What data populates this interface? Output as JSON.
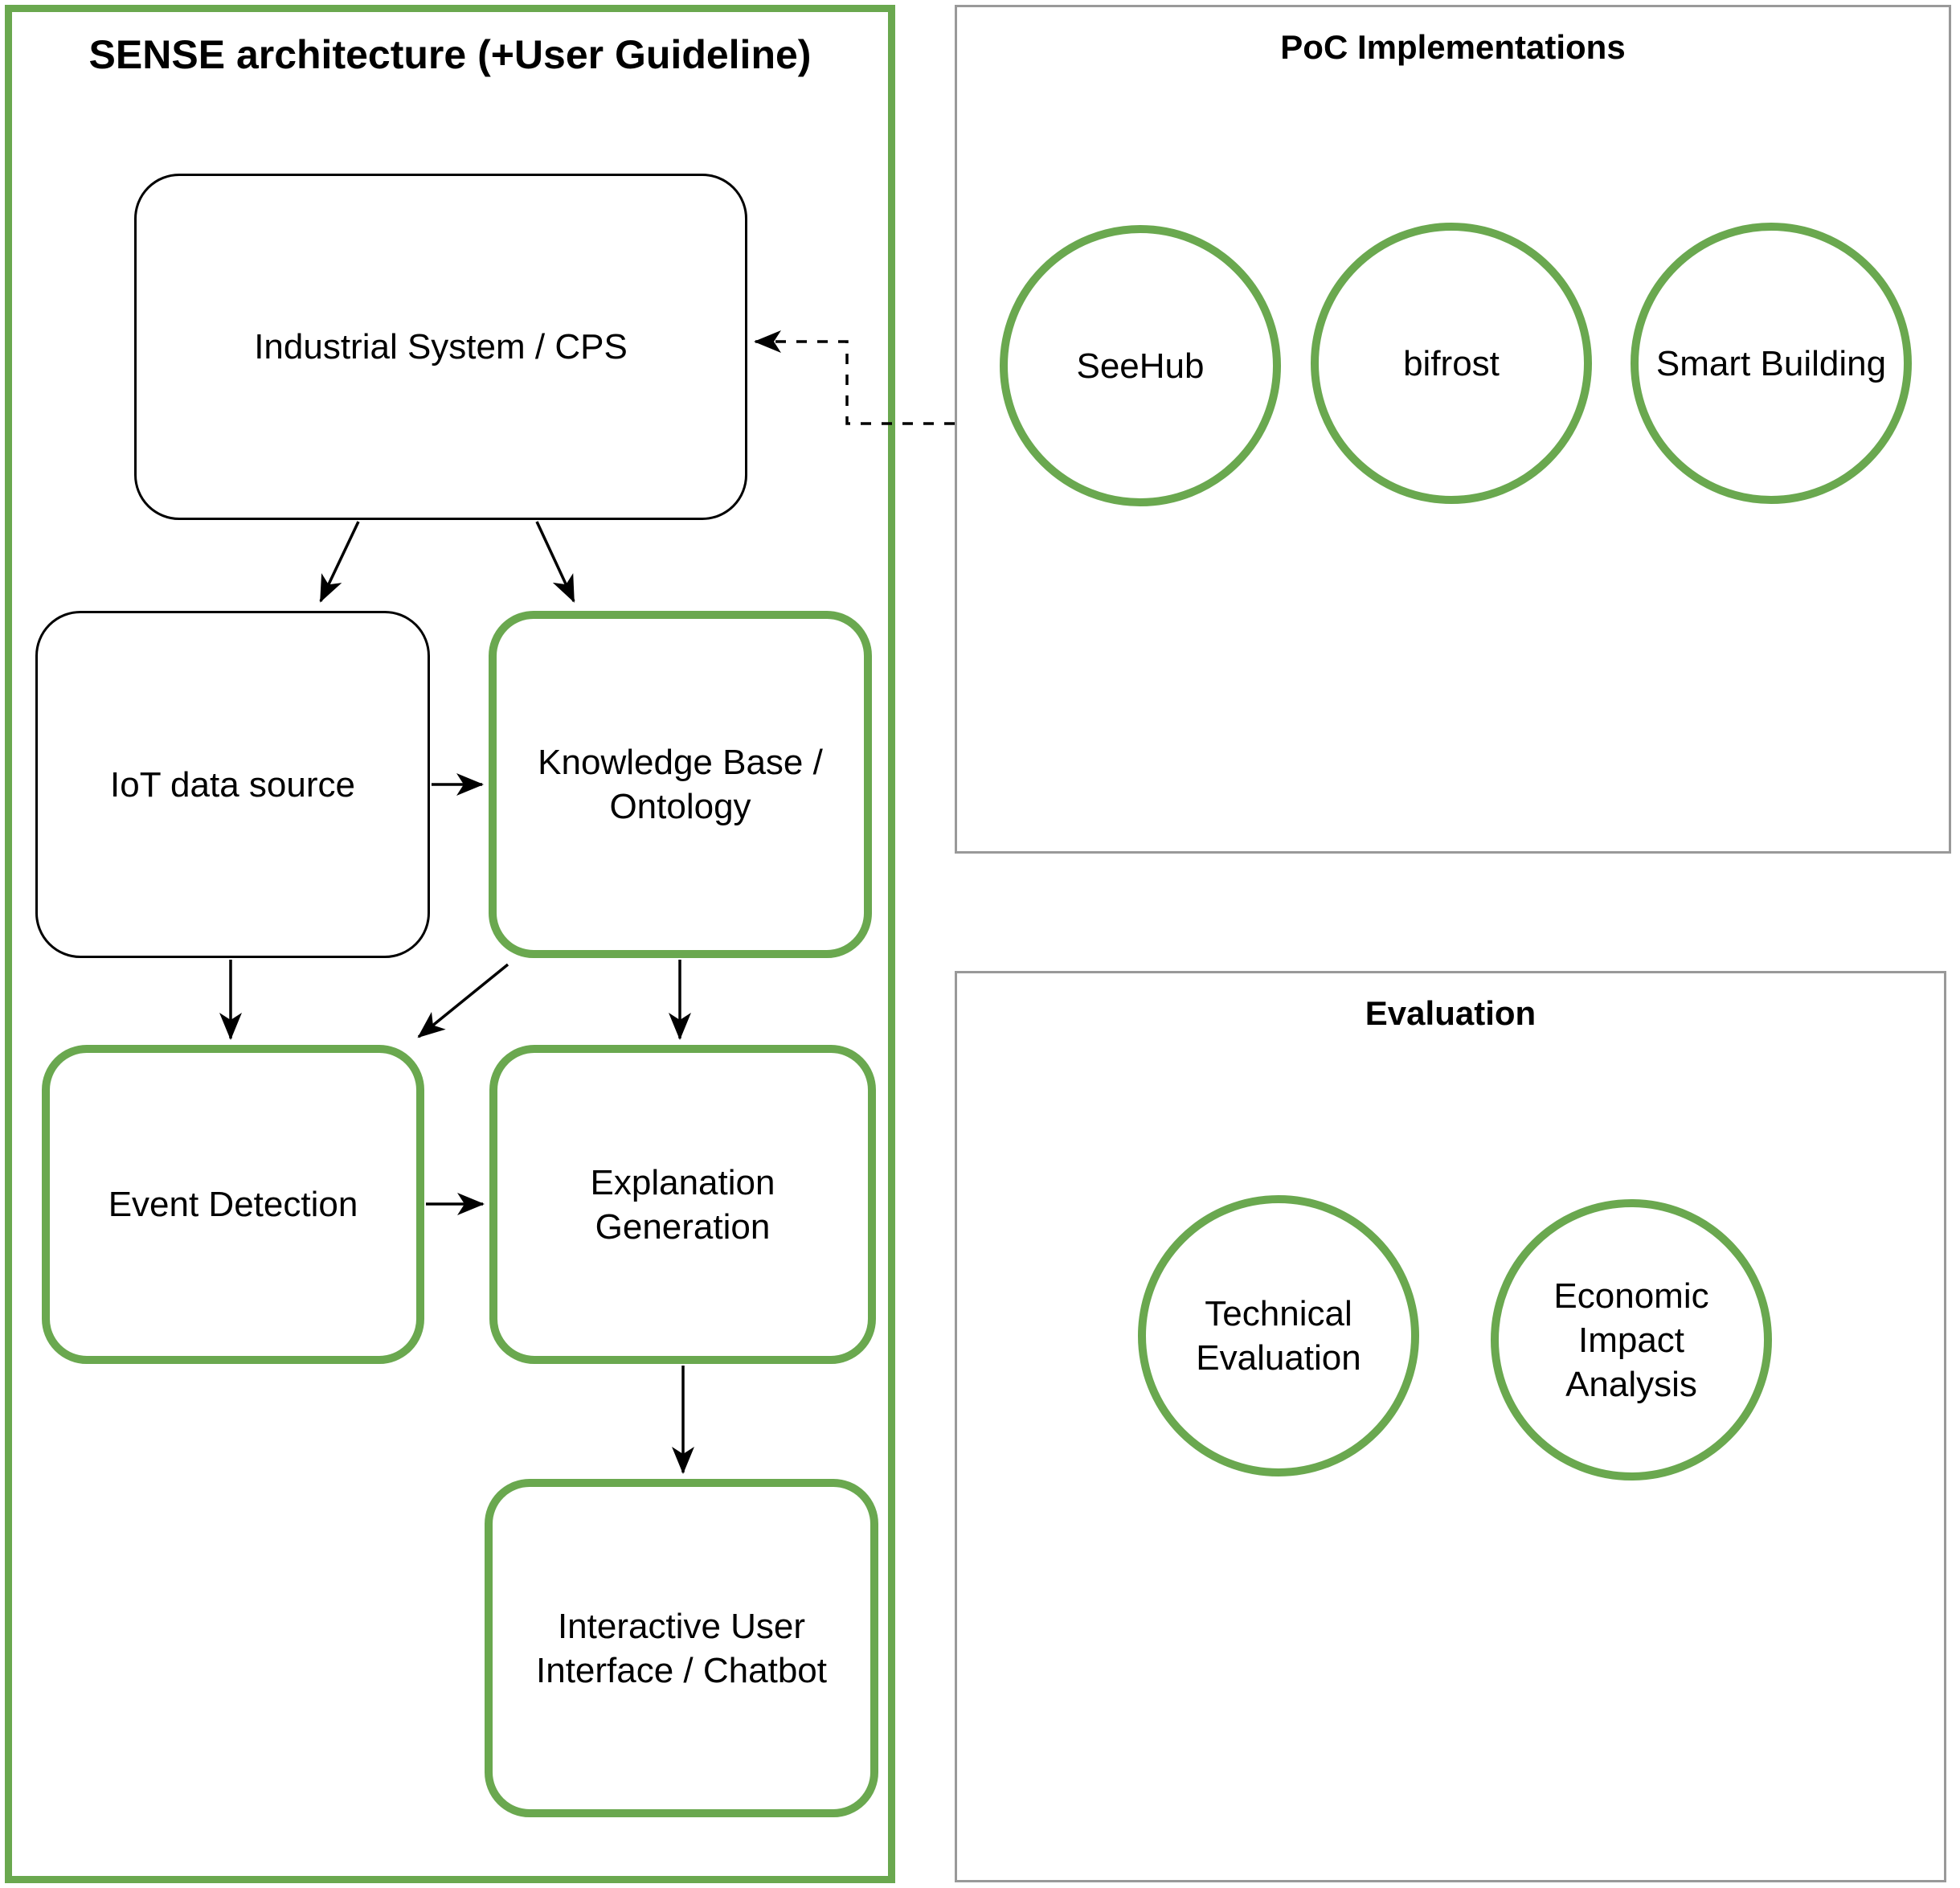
{
  "diagram": {
    "type": "architecture-overview",
    "colors": {
      "accent_green": "#6aa84f",
      "panel_border_gray": "#999999",
      "line_black": "#000000",
      "background": "#ffffff",
      "text": "#000000"
    },
    "sense_panel": {
      "title": "SENSE architecture (+User Guideline)",
      "nodes": {
        "industrial": {
          "label": "Industrial System / CPS",
          "border": "black"
        },
        "iot": {
          "label": "IoT data source",
          "border": "black"
        },
        "kb": {
          "label": "Knowledge Base / Ontology",
          "border": "green"
        },
        "event": {
          "label": "Event Detection",
          "border": "green"
        },
        "explanation": {
          "label": "Explanation Generation",
          "border": "green"
        },
        "interactive": {
          "label": "Interactive User Interface / Chatbot",
          "border": "green"
        }
      },
      "connections": [
        {
          "from": "Industrial System / CPS",
          "to": "IoT data source",
          "style": "solid-arrow"
        },
        {
          "from": "Industrial System / CPS",
          "to": "Knowledge Base / Ontology",
          "style": "solid-arrow"
        },
        {
          "from": "IoT data source",
          "to": "Knowledge Base / Ontology",
          "style": "solid-arrow"
        },
        {
          "from": "IoT data source",
          "to": "Event Detection",
          "style": "solid-arrow"
        },
        {
          "from": "Knowledge Base / Ontology",
          "to": "Event Detection",
          "style": "solid-arrow"
        },
        {
          "from": "Knowledge Base / Ontology",
          "to": "Explanation Generation",
          "style": "solid-arrow"
        },
        {
          "from": "Event Detection",
          "to": "Explanation Generation",
          "style": "solid-arrow"
        },
        {
          "from": "Explanation Generation",
          "to": "Interactive User Interface / Chatbot",
          "style": "solid-arrow"
        },
        {
          "from": "PoC Implementations",
          "to": "Industrial System / CPS",
          "style": "dashed-arrow"
        }
      ]
    },
    "poc_panel": {
      "title": "PoC Implementations",
      "circles": [
        {
          "label": "SeeHub"
        },
        {
          "label": "bifrost"
        },
        {
          "label": "Smart Building"
        }
      ]
    },
    "evaluation_panel": {
      "title": "Evaluation",
      "circles": [
        {
          "label": "Technical Evaluation"
        },
        {
          "label": "Economic Impact Analysis"
        }
      ]
    }
  }
}
